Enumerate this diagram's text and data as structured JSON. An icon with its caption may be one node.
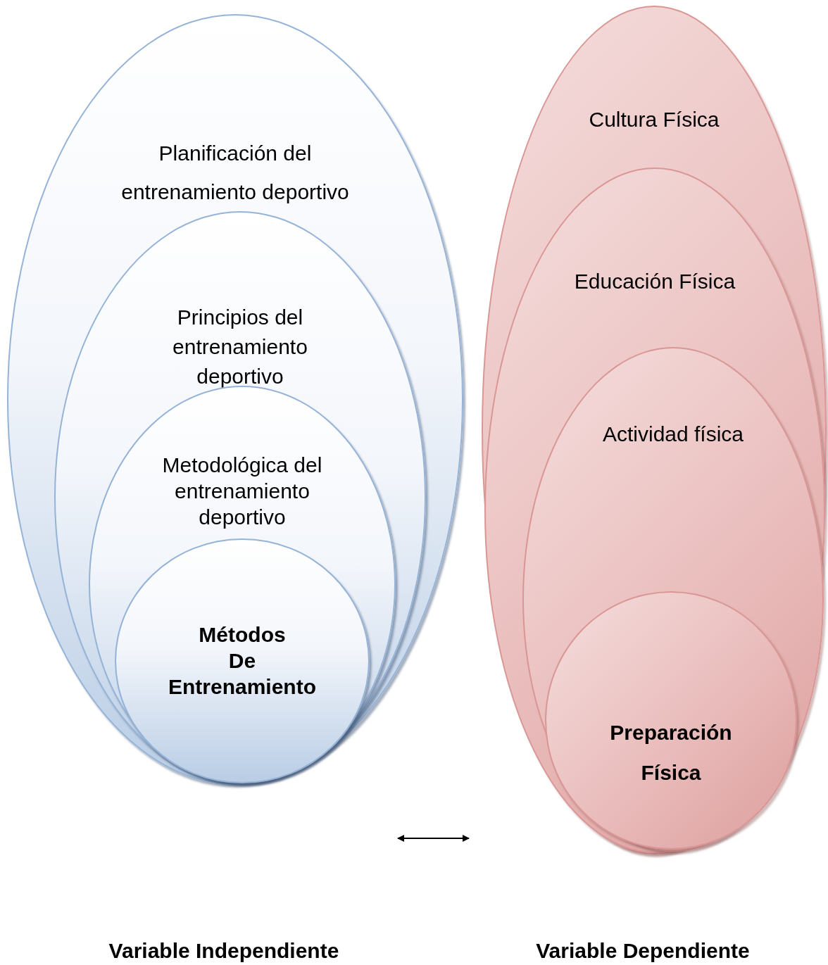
{
  "diagram": {
    "nodes": [
      {
        "text": [
          "Planificación del entrenamiento deportivo"
        ]
      },
      {
        "text": [
          "Principios del entrenamiento deportivo"
        ],
        "in": 0
      },
      {
        "text": [
          "Metodológica del entrenamiento deportivo"
        ],
        "in": 1
      },
      {
        "text": [
          "Métodos De Entrenamiento"
        ],
        "in": 2
      },
      {
        "text": [
          "Cultura Física"
        ]
      },
      {
        "text": [
          "Educación Física"
        ],
        "in": 4
      },
      {
        "text": [
          "Actividad física"
        ],
        "in": 5
      },
      {
        "text": [
          "Preparación Física"
        ],
        "in": 6
      }
    ],
    "labels": [
      "Variable Independiente",
      "Variable Dependiente"
    ]
  }
}
